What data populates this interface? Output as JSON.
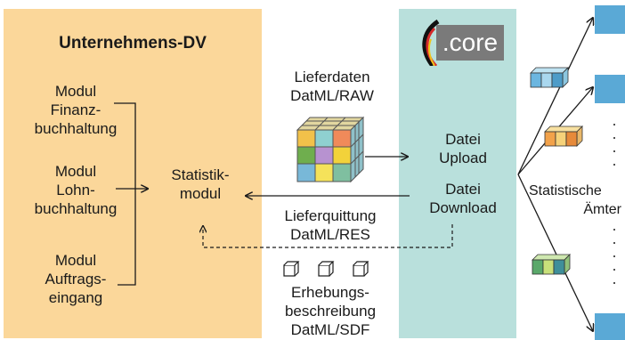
{
  "panel_title": "Unternehmens-DV",
  "modules": [
    {
      "lines": [
        "Modul",
        "Finanz-",
        "buchhaltung"
      ]
    },
    {
      "lines": [
        "Modul",
        "Lohn-",
        "buchhaltung"
      ]
    },
    {
      "lines": [
        "Modul",
        "Auftrags-",
        "eingang"
      ]
    }
  ],
  "statistik_modul": [
    "Statistik-",
    "modul"
  ],
  "lieferdaten": [
    "Lieferdaten",
    "DatML/RAW"
  ],
  "upload": [
    "Datei",
    "Upload"
  ],
  "download": [
    "Datei",
    "Download"
  ],
  "lieferquittung": [
    "Lieferquittung",
    "DatML/RES"
  ],
  "erhebungs": [
    "Erhebungs-",
    "beschreibung",
    "DatML/SDF"
  ],
  "core_logo": ".core",
  "aemter": [
    "Statistische",
    "Ämter"
  ],
  "colors": {
    "left_panel": "#fbd79a",
    "mid_panel": "#b9e0dc",
    "right_boxes": "#5aa9d6",
    "logo_bg": "#7a7a7a",
    "logo_swoosh": "#d62b2b"
  }
}
